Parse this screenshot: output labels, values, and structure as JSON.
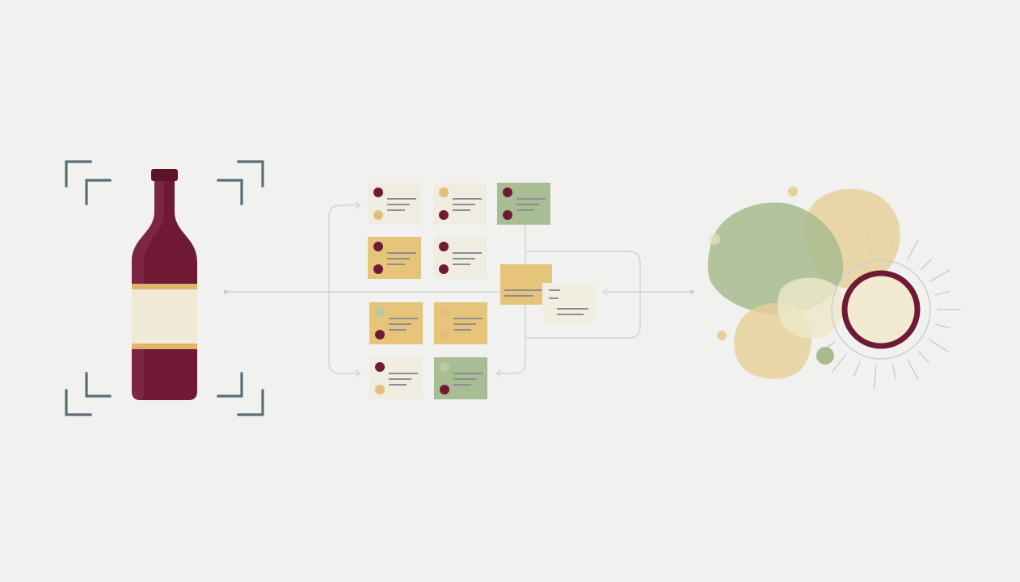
{
  "palette": {
    "background": "#f1f1ef",
    "wine": "#6e1a35",
    "wine_highlight": "#8a3552",
    "label_cream": "#efe9d6",
    "label_band": "#e0b46c",
    "frame_gray": "#5b6d78",
    "connector_gray": "#cfcfcf",
    "card_cream": "#f0ecdf",
    "card_gold": "#e6c479",
    "card_green": "#a9bd94",
    "line_gray": "#8a8f95",
    "dot_gold": "#e2c07a",
    "dot_green": "#b9c9a4",
    "blob_green": "#a8bb8f",
    "blob_gold": "#e6cf98",
    "blob_cream": "#eee3b8",
    "ray_gray": "#c9c9c9"
  },
  "scanner": {
    "subject": "wine-bottle",
    "frame_icon": "viewfinder-corners-icon"
  },
  "analysis_cards": [
    {
      "name": "card-r1-c1",
      "fill": "card_cream",
      "dots": [
        "wine",
        "dot_gold"
      ]
    },
    {
      "name": "card-r1-c2",
      "fill": "card_cream",
      "dots": [
        "dot_gold",
        "wine"
      ]
    },
    {
      "name": "card-r1-c3",
      "fill": "card_green",
      "dots": [
        "wine",
        "wine"
      ]
    },
    {
      "name": "card-r2-c1",
      "fill": "card_gold",
      "dots": [
        "wine",
        "wine"
      ]
    },
    {
      "name": "card-r2-c2",
      "fill": "card_cream",
      "dots": [
        "wine",
        "wine"
      ]
    },
    {
      "name": "card-r3-c1",
      "fill": "card_gold",
      "dots": [
        "dot_green",
        "wine"
      ]
    },
    {
      "name": "card-r3-c2",
      "fill": "card_gold",
      "dots": [
        "dot_gold",
        "dot_gold"
      ]
    },
    {
      "name": "card-r4-c1",
      "fill": "card_cream",
      "dots": [
        "wine",
        "dot_gold"
      ]
    },
    {
      "name": "card-r4-c2",
      "fill": "card_green",
      "dots": [
        "dot_green",
        "wine"
      ]
    }
  ],
  "result": {
    "type": "flavor-profile-blobs",
    "target_icon": "target-ring-icon"
  }
}
